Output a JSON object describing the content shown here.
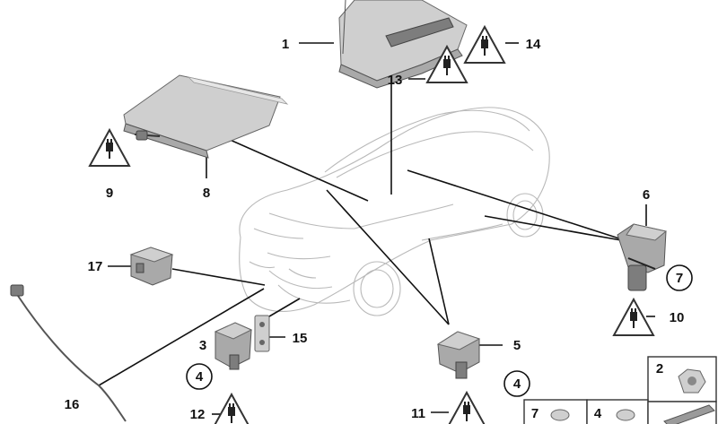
{
  "callouts": [
    {
      "id": "c1",
      "text": "1"
    },
    {
      "id": "c2",
      "text": "2"
    },
    {
      "id": "c3",
      "text": "3"
    },
    {
      "id": "c4a",
      "text": "4"
    },
    {
      "id": "c4b",
      "text": "4"
    },
    {
      "id": "c4c",
      "text": "4"
    },
    {
      "id": "c5",
      "text": "5"
    },
    {
      "id": "c6",
      "text": "6"
    },
    {
      "id": "c7a",
      "text": "7"
    },
    {
      "id": "c7b",
      "text": "7"
    },
    {
      "id": "c8",
      "text": "8"
    },
    {
      "id": "c9",
      "text": "9"
    },
    {
      "id": "c10",
      "text": "10"
    },
    {
      "id": "c11",
      "text": "11"
    },
    {
      "id": "c12",
      "text": "12"
    },
    {
      "id": "c13",
      "text": "13"
    },
    {
      "id": "c14",
      "text": "14"
    },
    {
      "id": "c15",
      "text": "15"
    },
    {
      "id": "c16",
      "text": "16"
    },
    {
      "id": "c17",
      "text": "17"
    }
  ],
  "icons": {
    "warning": "electrical-plug-warning-icon"
  },
  "colors": {
    "line": "#111111",
    "car_outline": "#b9b9b9",
    "part": "#a9a9a9"
  }
}
